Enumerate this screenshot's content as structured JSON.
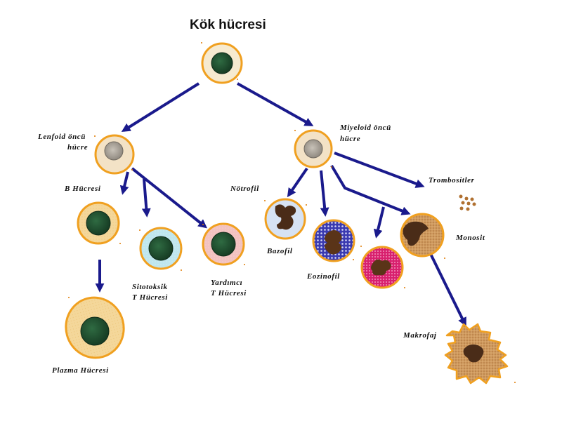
{
  "title": "Kök hücresi",
  "labels": {
    "lenfoid_1": "Lenfoid öncü",
    "lenfoid_2": "hücre",
    "miyeloid_1": "Miyeloid öncü",
    "miyeloid_2": "hücre",
    "b_hucresi": "B Hücresi",
    "sitotoksik_1": "Sitotoksik",
    "sitotoksik_2": "T Hücresi",
    "yardimci_1": "Yardımcı",
    "yardimci_2": "T Hücresi",
    "plazma": "Plazma Hücresi",
    "notrofil": "Nötrofil",
    "bazofil": "Bazofil",
    "eozinofil": "Eozinofil",
    "trombositler": "Trombositler",
    "monosit": "Monosit",
    "makrofaj": "Makrofaj"
  },
  "colors": {
    "arrow": "#1a1a8c",
    "cell_border": "#f0a020",
    "dark_nucleus": "#1f4d2e",
    "granule_nucleus": "#5a3418"
  }
}
